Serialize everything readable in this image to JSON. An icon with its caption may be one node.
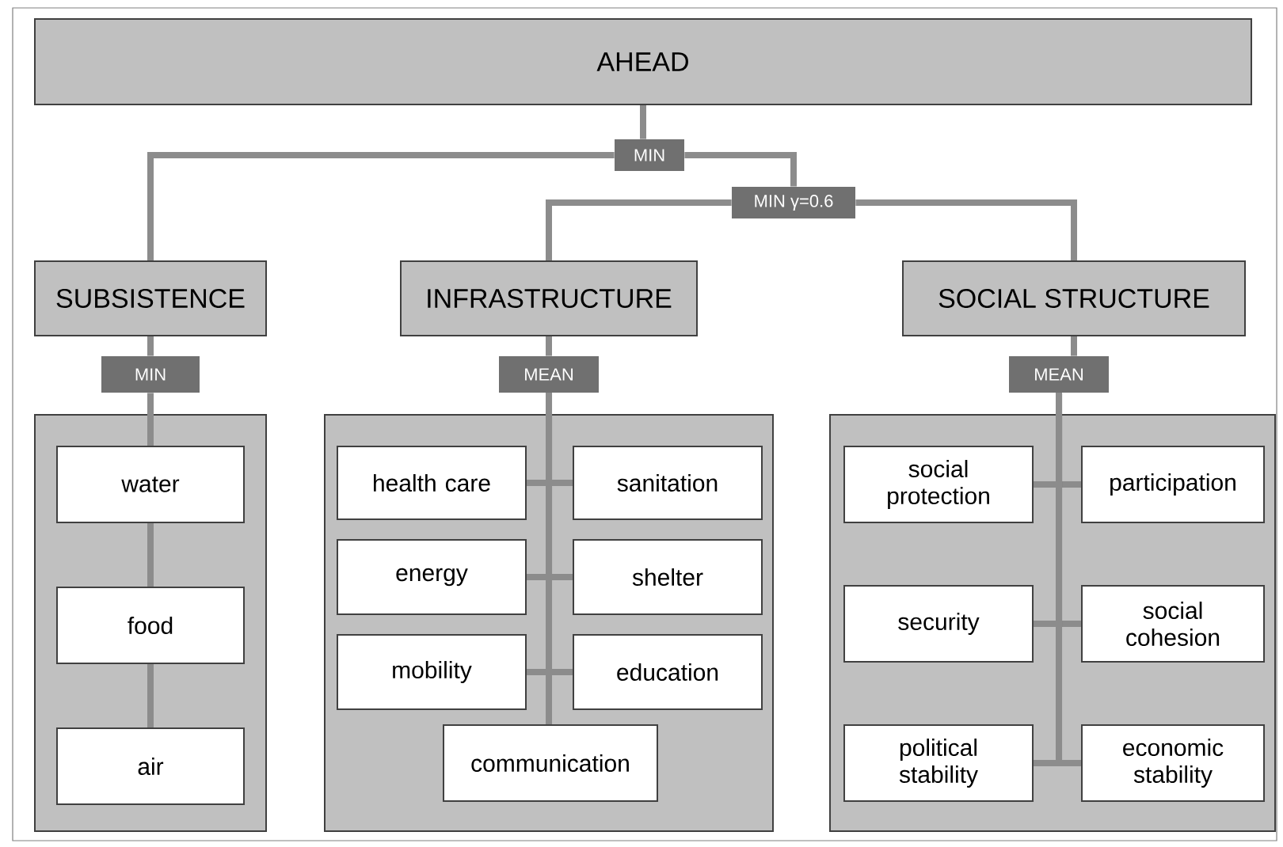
{
  "diagram": {
    "nodes": [
      {
        "text": [
          "AHEAD"
        ]
      },
      {
        "text": [
          "MIN"
        ]
      },
      {
        "text": [
          "MIN γ=0.6"
        ]
      },
      {
        "text": [
          "SUBSISTENCE"
        ]
      },
      {
        "text": [
          "INFRASTRUCTURE"
        ]
      },
      {
        "text": [
          "SOCIAL STRUCTURE"
        ]
      },
      {
        "text": [
          "MIN"
        ]
      },
      {
        "text": [
          "MEAN"
        ]
      },
      {
        "text": [
          "MEAN"
        ]
      },
      {
        "text": [],
        "shape": "box"
      },
      {
        "text": [
          "water"
        ],
        "in": 9
      },
      {
        "text": [
          "food"
        ],
        "in": 9
      },
      {
        "text": [
          "air"
        ],
        "in": 9
      },
      {
        "text": [],
        "shape": "box"
      },
      {
        "text": [
          "health care"
        ],
        "in": 13
      },
      {
        "text": [
          "sanitation"
        ],
        "in": 13
      },
      {
        "text": [
          "energy"
        ],
        "in": 13
      },
      {
        "text": [
          "shelter"
        ],
        "in": 13
      },
      {
        "text": [
          "mobility"
        ],
        "in": 13
      },
      {
        "text": [
          "education"
        ],
        "in": 13
      },
      {
        "text": [
          "communication"
        ],
        "in": 13
      },
      {
        "text": [],
        "shape": "box"
      },
      {
        "text": [
          "social protection"
        ],
        "in": 21
      },
      {
        "text": [
          "participation"
        ],
        "in": 21
      },
      {
        "text": [
          "security"
        ],
        "in": 21
      },
      {
        "text": [
          "social cohesion"
        ],
        "in": 21
      },
      {
        "text": [
          "political stability"
        ],
        "in": 21
      },
      {
        "text": [
          "economic stability"
        ],
        "in": 21
      }
    ],
    "edges": [
      {
        "from": 0,
        "to": 1,
        "arrow": "none"
      },
      {
        "from": 1,
        "to": 3,
        "arrow": "none"
      },
      {
        "from": 1,
        "to": 2,
        "arrow": "none"
      },
      {
        "from": 2,
        "to": 4,
        "arrow": "none"
      },
      {
        "from": 2,
        "to": 5,
        "arrow": "none"
      },
      {
        "from": 3,
        "to": 6,
        "arrow": "none"
      },
      {
        "from": 4,
        "to": 7,
        "arrow": "none"
      },
      {
        "from": 5,
        "to": 8,
        "arrow": "none"
      },
      {
        "from": 6,
        "to": 10,
        "arrow": "none"
      },
      {
        "from": 10,
        "to": 11,
        "arrow": "none"
      },
      {
        "from": 11,
        "to": 12,
        "arrow": "none"
      },
      {
        "from": 7,
        "to": 14,
        "arrow": "none"
      },
      {
        "from": 7,
        "to": 15,
        "arrow": "none"
      },
      {
        "from": 7,
        "to": 16,
        "arrow": "none"
      },
      {
        "from": 7,
        "to": 17,
        "arrow": "none"
      },
      {
        "from": 7,
        "to": 18,
        "arrow": "none"
      },
      {
        "from": 7,
        "to": 19,
        "arrow": "none"
      },
      {
        "from": 7,
        "to": 20,
        "arrow": "none"
      },
      {
        "from": 8,
        "to": 22,
        "arrow": "none"
      },
      {
        "from": 8,
        "to": 23,
        "arrow": "none"
      },
      {
        "from": 8,
        "to": 24,
        "arrow": "none"
      },
      {
        "from": 8,
        "to": 25,
        "arrow": "none"
      },
      {
        "from": 8,
        "to": 26,
        "arrow": "none"
      },
      {
        "from": 8,
        "to": 27,
        "arrow": "none"
      }
    ]
  }
}
